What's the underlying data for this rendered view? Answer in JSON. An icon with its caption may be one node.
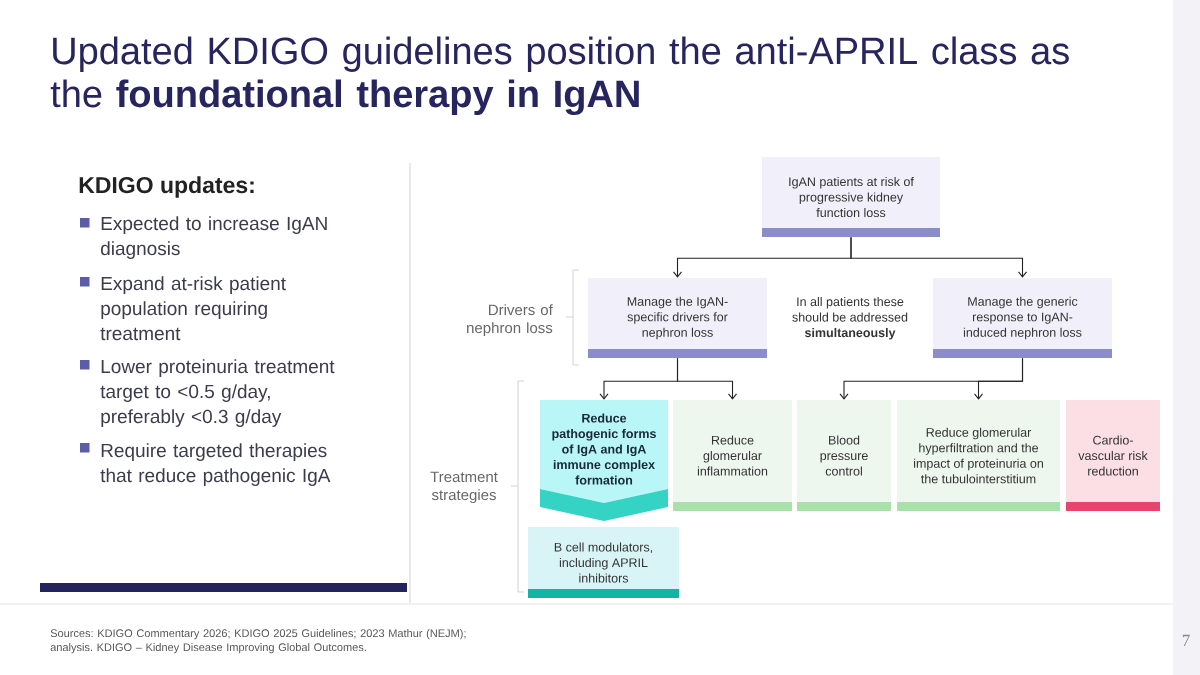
{
  "diagram": {
    "title": "Updated KDIGO guidelines position the anti-APRIL class as the **foundational therapy in IgAN**",
    "nodes": [
      {
        "text": [
          "IgAN patients at risk of progressive kidney function loss"
        ]
      },
      {
        "text": [
          "Manage the IgAN-specific drivers for nephron loss"
        ]
      },
      {
        "text": [
          "Manage the generic response to IgAN-induced nephron loss"
        ]
      },
      {
        "text": [
          "Reduce pathogenic forms of IgA and IgA immune complex formation"
        ]
      },
      {
        "text": [
          "Reduce glomerular inflammation"
        ]
      },
      {
        "text": [
          "Blood pressure control"
        ]
      },
      {
        "text": [
          "Reduce glomerular hyperfiltration and the impact of proteinuria on the tubulointerstitium"
        ]
      },
      {
        "text": [
          "Cardio-vascular risk reduction"
        ]
      },
      {
        "text": [
          "B cell modulators, including APRIL inhibitors"
        ]
      }
    ],
    "edges": [
      {
        "from": 0,
        "to": 1,
        "arrow": "to"
      },
      {
        "from": 0,
        "to": 2,
        "arrow": "to"
      },
      {
        "from": 1,
        "to": 3,
        "arrow": "to"
      },
      {
        "from": 1,
        "to": 4,
        "arrow": "to"
      },
      {
        "from": 2,
        "to": 5,
        "arrow": "to"
      },
      {
        "from": 2,
        "to": 6,
        "arrow": "to"
      }
    ],
    "labels": [
      "KDIGO updates:",
      "Expected to increase IgAN diagnosis",
      "Expand at-risk patient population requiring treatment",
      "Lower proteinuria treatment target to <0.5 g/day, preferably <0.3 g/day",
      "Require targeted therapies that reduce pathogenic IgA",
      "Drivers of nephron loss",
      "In all patients these should be addressed **simultaneously**",
      "Treatment strategies",
      "Sources: KDIGO Commentary 2026; KDIGO 2025 Guidelines; 2023 Mathur (NEJM); analysis. KDIGO – Kidney Disease Improving Global Outcomes.",
      "7"
    ]
  }
}
